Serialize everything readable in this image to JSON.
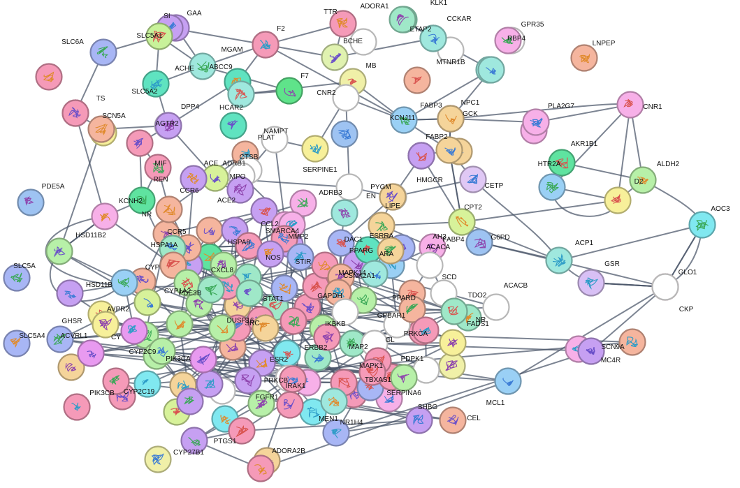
{
  "palette": [
    "#b7f0a8",
    "#f59ab8",
    "#c49af2",
    "#9fe8de",
    "#f5b59e",
    "#9ec3f2",
    "#f7f09a",
    "#f7b0e8",
    "#5fe3c0",
    "#9ad0f5",
    "#f5d49a",
    "#80e8f0",
    "#d7f29a",
    "#e89af0",
    "#a8b6f5",
    "#f5c49a"
  ],
  "nodes": [
    {
      "label": "GAA",
      "color": "#c6a0f2"
    },
    {
      "label": "SI",
      "color": "#c6a0f2"
    },
    {
      "label": "SLC5A1",
      "color": "#c8f29a"
    },
    {
      "label": "SLC6A",
      "color": "#a8b6f5"
    },
    {
      "label": "TTR",
      "color": "#f59ab8"
    },
    {
      "label": "ADORA1",
      "color": "#9fe8c8"
    },
    {
      "label": "KLK1",
      "color": "#ffffff"
    },
    {
      "label": "CCKAR",
      "color": "#ffffff"
    },
    {
      "label": "ETAP2",
      "color": "#9fe8de"
    },
    {
      "label": "GPR35",
      "color": "#ffffff"
    },
    {
      "label": "RBP4",
      "color": "#f7b0e8"
    },
    {
      "label": "LNPEP",
      "color": "#f5b59e"
    },
    {
      "label": "F2",
      "color": "#f59ab8"
    },
    {
      "label": "MGAM",
      "color": "#f59ab8"
    },
    {
      "label": "BCHE",
      "color": "#e0f2b0"
    },
    {
      "label": "MTNR1B",
      "color": "#9fe8de"
    },
    {
      "label": "MB",
      "color": "#f0f0a8"
    },
    {
      "label": "ACHE",
      "color": "#9fe8de"
    },
    {
      "label": "ABCC9",
      "color": "#5fe3c0"
    },
    {
      "label": "F7",
      "color": "#5fe38a"
    },
    {
      "label": "SLC5A2",
      "color": "#5fe3c0"
    },
    {
      "label": "TS",
      "color": "#f59ab8"
    },
    {
      "label": "DPP4",
      "color": "#ffffff"
    },
    {
      "label": "HCAR2",
      "color": "#9fe8de"
    },
    {
      "label": "CNR2",
      "color": "#ffffff"
    },
    {
      "label": "SCN5A",
      "color": "#f5b59e"
    },
    {
      "label": "AGTR2",
      "color": "#c6a0f2"
    },
    {
      "label": "FABP3",
      "color": "#9ec3f2"
    },
    {
      "label": "NPC1",
      "color": "#f59ab8"
    },
    {
      "label": "PLA2G7",
      "color": "#f7b0e8"
    },
    {
      "label": "CNR1",
      "color": "#f7b0e8"
    },
    {
      "label": "KCNJ11",
      "color": "#9ad0f5"
    },
    {
      "label": "GCK",
      "color": "#f5d49a"
    },
    {
      "label": "PLAT",
      "color": "#ffffff"
    },
    {
      "label": "NAMPT",
      "color": "#f7f09a"
    },
    {
      "label": "MIF",
      "color": "#f59ab8"
    },
    {
      "label": "FABP2",
      "color": "#f5d49a"
    },
    {
      "label": "AKR1B1",
      "color": "#5fe3a0"
    },
    {
      "label": "HTR2A",
      "color": "#9ad0f5"
    },
    {
      "label": "ALDH2",
      "color": "#b7f0a8"
    },
    {
      "label": "PDE5A",
      "color": "#9ec3f2"
    },
    {
      "label": "ADRB1",
      "color": "#f5b59e"
    },
    {
      "label": "ACE",
      "color": "#d7f29a"
    },
    {
      "label": "CTSB",
      "color": "#ffffff"
    },
    {
      "label": "MPO",
      "color": "#ffffff"
    },
    {
      "label": "REN",
      "color": "#f59ab8"
    },
    {
      "label": "CCR6",
      "color": "#c6a0f2"
    },
    {
      "label": "ACE2",
      "color": "#c6a0f2"
    },
    {
      "label": "SERPINE1",
      "color": "#ffffff"
    },
    {
      "label": "HMGCR",
      "color": "#c6a0f2"
    },
    {
      "label": "CETP",
      "color": "#e0c8f5"
    },
    {
      "label": "PYGM",
      "color": "#c6a0f2"
    },
    {
      "label": "KCNH2",
      "color": "#5fe3a0"
    },
    {
      "label": "NR",
      "color": "#f5b59e"
    },
    {
      "label": "ADRB3",
      "color": "#9fe8de"
    },
    {
      "label": "EN",
      "color": "#ffffff"
    },
    {
      "label": "LIPE",
      "color": "#f5d49a"
    },
    {
      "label": "CPT2",
      "color": "#d7f29a"
    },
    {
      "label": "D2",
      "color": "#f7f09a"
    },
    {
      "label": "AOC3",
      "color": "#80e8f0"
    },
    {
      "label": "HSD11B2",
      "color": "#f7b0e8"
    },
    {
      "label": "CCL2",
      "color": "#f7b0e8"
    },
    {
      "label": "SMARCA4",
      "color": "#f7b0e8"
    },
    {
      "label": "CCR5",
      "color": "#f5b59e"
    },
    {
      "label": "MMP2",
      "color": "#f59ab8"
    },
    {
      "label": "DAC1",
      "color": "#a8b6f5"
    },
    {
      "label": "ESRRA",
      "color": "#f5d49a"
    },
    {
      "label": "FABP4",
      "color": "#d7f29a"
    },
    {
      "label": "G6PD",
      "color": "#9ec3f2"
    },
    {
      "label": "ACP1",
      "color": "#9fe8de"
    },
    {
      "label": "SLC5A",
      "color": "#b7f0a8"
    },
    {
      "label": "HSPA8",
      "color": "#f59ab8"
    },
    {
      "label": "PPARG",
      "color": "#5fe3c0"
    },
    {
      "label": "ARA",
      "color": "#f5d49a"
    },
    {
      "label": "AH3",
      "color": "#f7b0e8"
    },
    {
      "label": "ACACA",
      "color": "#f7b0e8"
    },
    {
      "label": "GSR",
      "color": "#d8c0f5"
    },
    {
      "label": "GLO1",
      "color": "#f59ab8"
    },
    {
      "label": "HSPA1A",
      "color": "#9fe8c8"
    },
    {
      "label": "CYP",
      "color": "#f5b59e"
    },
    {
      "label": "HSD11B",
      "color": "#9ad0f5"
    },
    {
      "label": "NOS",
      "color": "#c6a0f2"
    },
    {
      "label": "CXCL8",
      "color": "#b7f0a8"
    },
    {
      "label": "STIR",
      "color": "#a8b6f5"
    },
    {
      "label": "SCD",
      "color": "#ffffff"
    },
    {
      "label": "CSNK2A1",
      "color": "#9fe8de"
    },
    {
      "label": "CYP1A2",
      "color": "#b7f0a8"
    },
    {
      "label": "PDE3B",
      "color": "#9fe8c8"
    },
    {
      "label": "STAT1",
      "color": "#a8b6f5"
    },
    {
      "label": "MAPK14",
      "color": "#f5b59e"
    },
    {
      "label": "GAPDH",
      "color": "#f5b59e"
    },
    {
      "label": "TDO2",
      "color": "#ffffff"
    },
    {
      "label": "AVPR2",
      "color": "#d7f29a"
    },
    {
      "label": "PPARD",
      "color": "#f5b59e"
    },
    {
      "label": "GPBAR1",
      "color": "#f5b59e"
    },
    {
      "label": "ACACB",
      "color": "#ffffff"
    },
    {
      "label": "GHSR",
      "color": "#f7f09a"
    },
    {
      "label": "CY",
      "color": "#e89af0"
    },
    {
      "label": "SRC",
      "color": "#f59ab8"
    },
    {
      "label": "IKBKB",
      "color": "#ffffff"
    },
    {
      "label": "NR",
      "color": "#9fe8c8"
    },
    {
      "label": "SLC5A4",
      "color": "#a8b6f5"
    },
    {
      "label": "DUSP16",
      "color": "#f5d49a"
    },
    {
      "label": "ERBB2",
      "color": "#f59ab8"
    },
    {
      "label": "PRKCA",
      "color": "#f59ab8"
    },
    {
      "label": "ACVRL1",
      "color": "#e89af0"
    },
    {
      "label": "CYP2C9",
      "color": "#b7f0a8"
    },
    {
      "label": "ESR2",
      "color": "#80e8f0"
    },
    {
      "label": "MAP2",
      "color": "#9fe8c8"
    },
    {
      "label": "GL",
      "color": "#ffffff"
    },
    {
      "label": "FADS1",
      "color": "#f7f09a"
    },
    {
      "label": "SCN9A",
      "color": "#f5b59e"
    },
    {
      "label": "MC4R",
      "color": "#c6a0f2"
    },
    {
      "label": "MCL1",
      "color": "#9ad0f5"
    },
    {
      "label": "MAPK1",
      "color": "#f59ab8"
    },
    {
      "label": "PRKCB",
      "color": "#ffffff"
    },
    {
      "label": "PDPK1",
      "color": "#ffffff"
    },
    {
      "label": "SERPINA6",
      "color": "#b7f0a8"
    },
    {
      "label": "CYP2C19",
      "color": "#80e8f0"
    },
    {
      "label": "PIK3CA",
      "color": "#e89af0"
    },
    {
      "label": "IRAK1",
      "color": "#f59ab8"
    },
    {
      "label": "TBXAS1",
      "color": "#f59ab8"
    },
    {
      "label": "PIK3CB",
      "color": "#f59ab8"
    },
    {
      "label": "MEN1",
      "color": "#9fe8de"
    },
    {
      "label": "FGFR1",
      "color": "#b7f0a8"
    },
    {
      "label": "NR1H4",
      "color": "#a8b6f5"
    },
    {
      "label": "CEL",
      "color": "#f5b59e"
    },
    {
      "label": "SHBG",
      "color": "#c6a0f2"
    },
    {
      "label": "PTGS1",
      "color": "#f59ab8"
    },
    {
      "label": "CYP27B1",
      "color": "#c6a0f2"
    },
    {
      "label": "ADORA2B",
      "color": "#f59ab8"
    },
    {
      "label": "CKP",
      "color": "#ffffff"
    }
  ]
}
